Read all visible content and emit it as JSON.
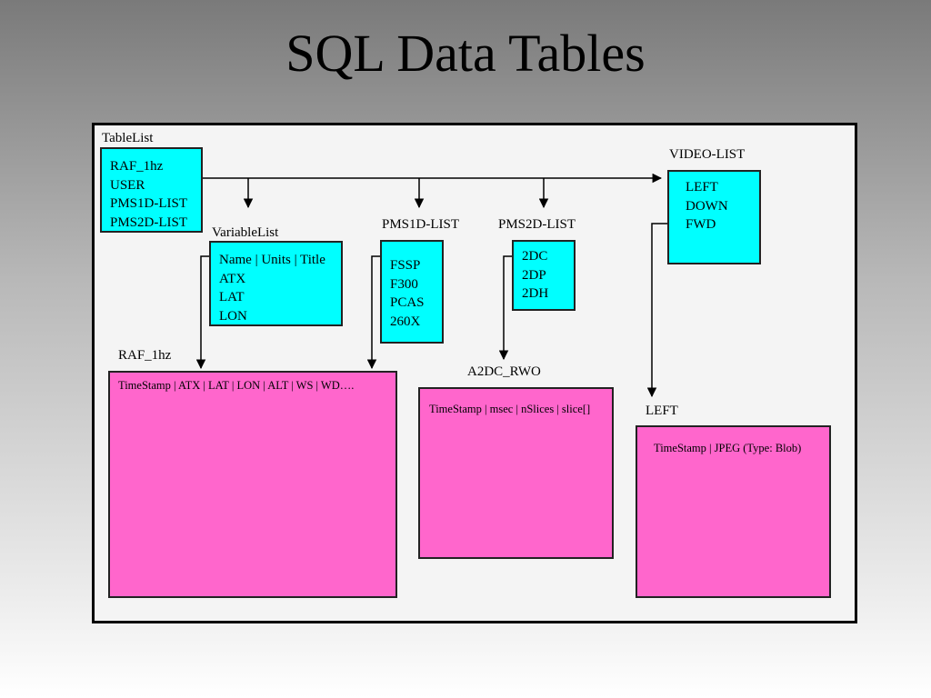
{
  "title": "SQL Data Tables",
  "tablelist": {
    "label": "TableList",
    "items": [
      "RAF_1hz",
      "USER",
      "PMS1D-LIST",
      "PMS2D-LIST"
    ]
  },
  "variablelist": {
    "label": "VariableList",
    "items": [
      "Name | Units | Title",
      "ATX",
      "LAT",
      "LON"
    ]
  },
  "pms1d": {
    "label": "PMS1D-LIST",
    "items": [
      "FSSP",
      "F300",
      "PCAS",
      "260X"
    ]
  },
  "pms2d": {
    "label": "PMS2D-LIST",
    "items": [
      "2DC",
      "2DP",
      "2DH"
    ]
  },
  "video": {
    "label": "VIDEO-LIST",
    "items": [
      "LEFT",
      "DOWN",
      "FWD"
    ]
  },
  "raf": {
    "label": "RAF_1hz",
    "columns": "TimeStamp | ATX | LAT | LON | ALT | WS | WD…."
  },
  "a2dc": {
    "label": "A2DC_RWO",
    "columns": "TimeStamp | msec | nSlices | slice[]"
  },
  "left": {
    "label": "LEFT",
    "columns": "TimeStamp | JPEG (Type: Blob)"
  },
  "colors": {
    "list_fill": "#00ffff",
    "table_fill": "#ff66cc",
    "border": "#000000"
  }
}
